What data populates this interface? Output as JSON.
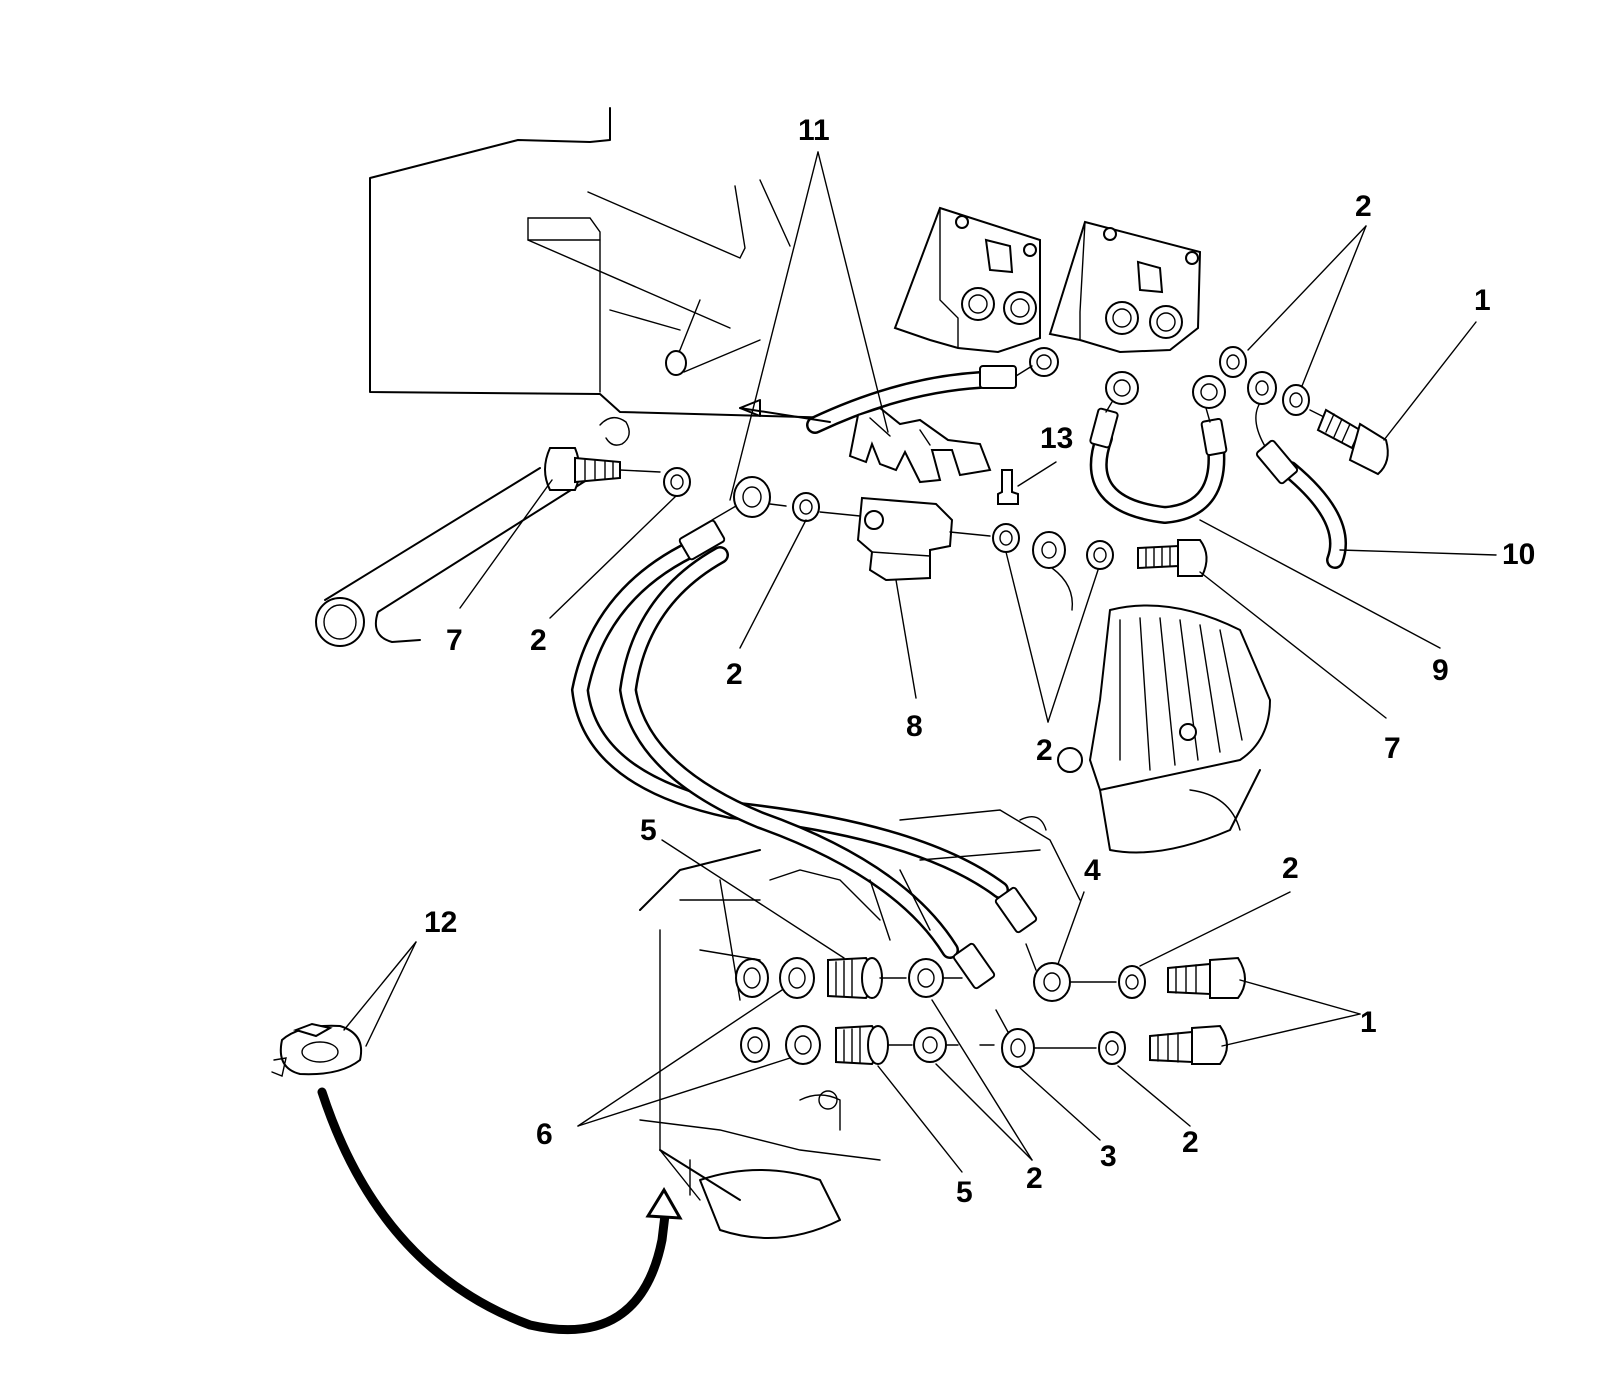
{
  "callouts": [
    {
      "id": "c11",
      "text": "11"
    },
    {
      "id": "c2a",
      "text": "2"
    },
    {
      "id": "c1a",
      "text": "1"
    },
    {
      "id": "c13",
      "text": "13"
    },
    {
      "id": "c10",
      "text": "10"
    },
    {
      "id": "c7a",
      "text": "7"
    },
    {
      "id": "c2b",
      "text": "2"
    },
    {
      "id": "c2c",
      "text": "2"
    },
    {
      "id": "c8",
      "text": "8"
    },
    {
      "id": "c2d",
      "text": "2"
    },
    {
      "id": "c9",
      "text": "9"
    },
    {
      "id": "c7b",
      "text": "7"
    },
    {
      "id": "c5a",
      "text": "5"
    },
    {
      "id": "c4",
      "text": "4"
    },
    {
      "id": "c2e",
      "text": "2"
    },
    {
      "id": "c12",
      "text": "12"
    },
    {
      "id": "c1b",
      "text": "1"
    },
    {
      "id": "c6",
      "text": "6"
    },
    {
      "id": "c2f",
      "text": "2"
    },
    {
      "id": "c3",
      "text": "3"
    },
    {
      "id": "c5b",
      "text": "5"
    },
    {
      "id": "c2g",
      "text": "2"
    }
  ]
}
